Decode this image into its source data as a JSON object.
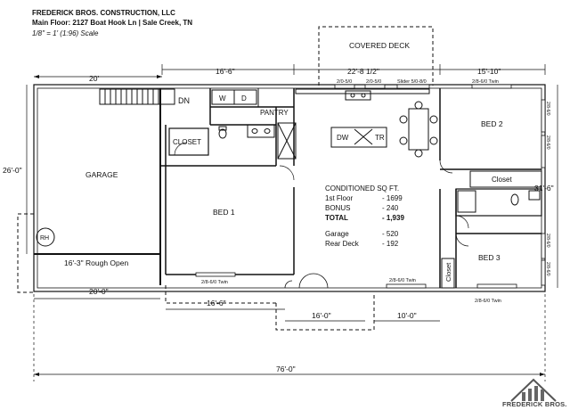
{
  "header": {
    "company": "FREDERICK BROS. CONSTRUCTION, LLC",
    "address": "Main Floor: 2127 Boat Hook Ln | Sale Creek, TN",
    "scale": "1/8\" = 1' (1:96) Scale"
  },
  "rooms": {
    "covered_deck": "COVERED DECK",
    "garage": "GARAGE",
    "dn": "DN",
    "w": "W",
    "d": "D",
    "pantry": "PANTRY",
    "closet_main": "CLOSET",
    "bed1": "BED 1",
    "bed2": "BED 2",
    "bed3": "BED 3",
    "closet_bed2": "Closet",
    "closet_bed3": "Closet",
    "dw": "DW",
    "tr": "TR",
    "rh": "RH"
  },
  "openings": {
    "door_a": "2/0-5/0",
    "door_b": "2/0-5/0",
    "slider": "Slider 5/0-8/0",
    "twin_top": "2/8-6/0 Twin",
    "twin_bed1": "2/8-6/0 Twin",
    "twin_bottom_mid": "2/8-6/0 Twin",
    "twin_bed3": "2/8-6/0 Twin",
    "twin_right_1": "2/8-6/0",
    "twin_right_2": "2/8-6/0",
    "twin_right_3": "2/8-6/0",
    "twin_right_4": "2/8-6/0",
    "rough_open": "16'-3\" Rough Open"
  },
  "dimensions": {
    "top_20": "20'",
    "top_16_6": "16'-6\"",
    "top_22_8": "22'-8 1/2\"",
    "top_15_10": "15'-10\"",
    "left_26": "26'-0\"",
    "right_31_6": "31'-6\"",
    "bottom_20": "20'-0\"",
    "bottom_16_6": "16'-6\"",
    "bottom_16_0": "16'-0\"",
    "bottom_10_0": "10'-0\"",
    "overall": "76'-0\""
  },
  "square_footage": {
    "title": "CONDITIONED SQ FT.",
    "rows": [
      {
        "label": "1st Floor",
        "value": "- 1699"
      },
      {
        "label": "BONUS",
        "value": "- 240"
      },
      {
        "label": "TOTAL",
        "value": "- 1,939"
      },
      {
        "label": "",
        "value": ""
      },
      {
        "label": "Garage",
        "value": "- 520"
      },
      {
        "label": "Rear Deck",
        "value": "- 192"
      }
    ]
  },
  "logo": {
    "text": "FREDERICK BROS."
  }
}
